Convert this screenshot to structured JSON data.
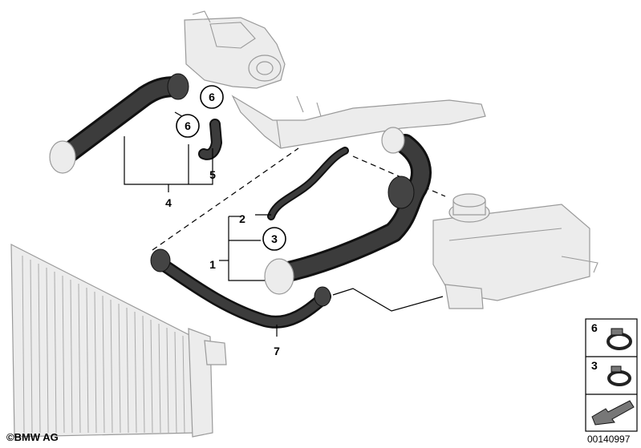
{
  "diagram": {
    "callouts": [
      {
        "id": "1",
        "label": "1"
      },
      {
        "id": "2",
        "label": "2"
      },
      {
        "id": "3",
        "label": "3"
      },
      {
        "id": "4",
        "label": "4"
      },
      {
        "id": "5",
        "label": "5"
      },
      {
        "id": "6a",
        "label": "6"
      },
      {
        "id": "6b",
        "label": "6"
      },
      {
        "id": "7",
        "label": "7"
      }
    ],
    "legend": [
      {
        "label": "6",
        "icon": "hose-clamp-large-icon"
      },
      {
        "label": "3",
        "icon": "hose-clamp-small-icon"
      }
    ],
    "colors": {
      "hose": "#2a2a2a",
      "ghost_part": "#ececec",
      "outline": "#000000"
    }
  },
  "footer": {
    "brand": "BMW AG",
    "copyright_symbol": "©",
    "doc_number": "00140997"
  }
}
